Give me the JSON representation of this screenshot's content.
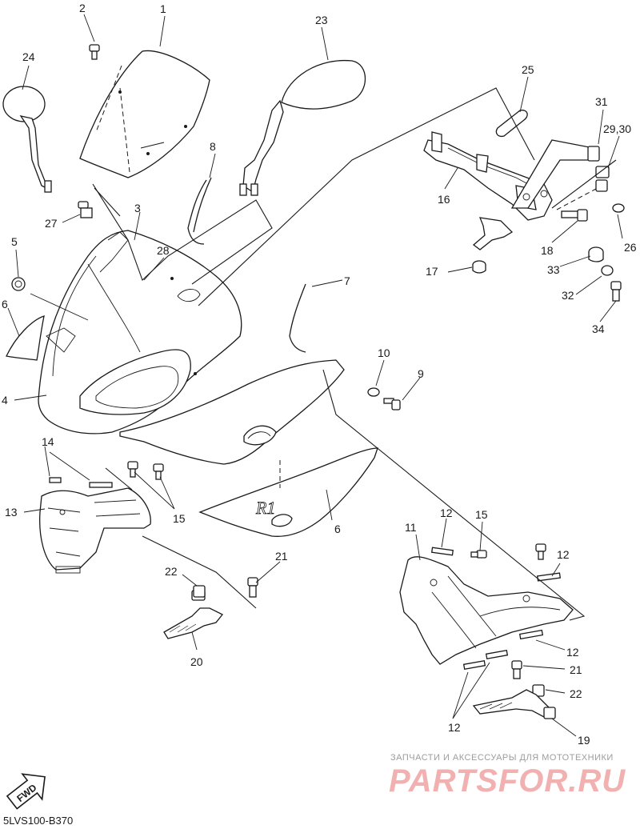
{
  "diagram": {
    "code": "5LVS100-B370",
    "fwd_label": "FWD",
    "callouts": [
      "1",
      "2",
      "3",
      "4",
      "5",
      "6",
      "6",
      "7",
      "8",
      "9",
      "10",
      "11",
      "12",
      "12",
      "12",
      "12",
      "13",
      "14",
      "15",
      "15",
      "16",
      "17",
      "18",
      "19",
      "20",
      "21",
      "21",
      "22",
      "22",
      "23",
      "24",
      "25",
      "26",
      "27",
      "28",
      "29,30",
      "31",
      "32",
      "33",
      "34"
    ]
  },
  "watermark": {
    "tagline": "ЗАПЧАСТИ И АКСЕССУАРЫ ДЛЯ МОТОТЕХНИКИ",
    "brand": "PARTSFOR.RU"
  }
}
